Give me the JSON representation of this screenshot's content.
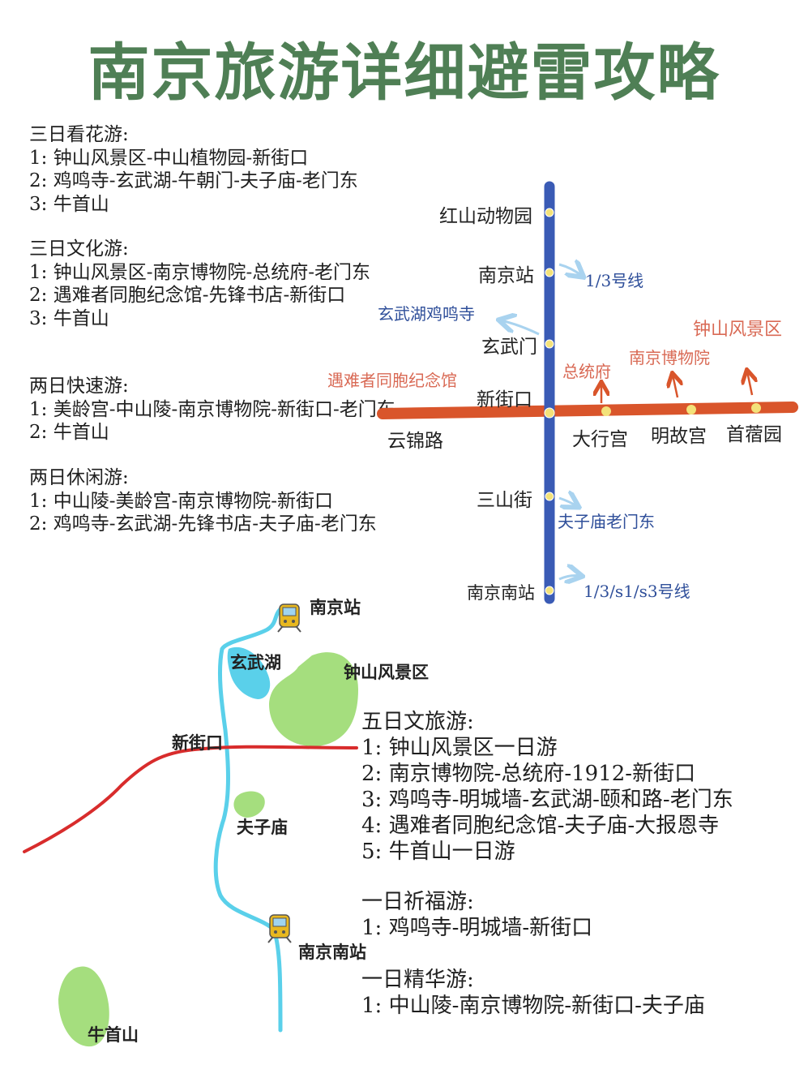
{
  "title": "南京旅游详细避雷攻略",
  "itineraries": [
    {
      "heading": "三日看花游:",
      "lines": [
        "1: 钟山风景区-中山植物园-新街口",
        "2: 鸡鸣寺-玄武湖-午朝门-夫子庙-老门东",
        "3: 牛首山"
      ]
    },
    {
      "heading": "三日文化游:",
      "lines": [
        "1: 钟山风景区-南京博物院-总统府-老门东",
        "2: 遇难者同胞纪念馆-先锋书店-新街口",
        "3: 牛首山"
      ]
    },
    {
      "heading": "两日快速游:",
      "lines": [
        "1: 美龄宫-中山陵-南京博物院-新街口-老门东",
        "2: 牛首山"
      ]
    },
    {
      "heading": "两日休闲游:",
      "lines": [
        "1: 中山陵-美龄宫-南京博物院-新街口",
        "2: 鸡鸣寺-玄武湖-先锋书店-夫子庙-老门东"
      ]
    }
  ],
  "itineraries2": [
    {
      "heading": "五日文旅游:",
      "lines": [
        "1: 钟山风景区一日游",
        "2: 南京博物院-总统府-1912-新街口",
        "3: 鸡鸣寺-明城墙-玄武湖-颐和路-老门东",
        "4: 遇难者同胞纪念馆-夫子庙-大报恩寺",
        "5: 牛首山一日游"
      ]
    },
    {
      "heading": "一日祈福游:",
      "lines": [
        "1: 鸡鸣寺-明城墙-新街口"
      ]
    },
    {
      "heading": "一日精华游:",
      "lines": [
        "1: 中山陵-南京博物院-新街口-夫子庙"
      ]
    }
  ],
  "metro": {
    "vertical_stations": [
      "红山动物园",
      "南京站",
      "玄武门",
      "新街口",
      "三山街",
      "南京南站"
    ],
    "horizontal_stations": [
      "云锦路",
      "大行宫",
      "明故宫",
      "首蓿园"
    ],
    "transfer_notes": [
      "1/3号线",
      "1/3/s1/s3号线"
    ],
    "nearby_blue": [
      "玄武湖鸡鸣寺",
      "夫子庙老门东"
    ],
    "nearby_red": [
      "遇难者同胞纪念馆",
      "总统府",
      "南京博物院",
      "钟山风景区"
    ],
    "colors": {
      "line_vertical": "#3a5bb5",
      "line_horizontal": "#d9552b",
      "station": "#f3e27a",
      "arrow": "#a9d3ef"
    }
  },
  "city_map": {
    "labels": {
      "station_north": "南京站",
      "lake": "玄武湖",
      "scenic": "钟山风景区",
      "center": "新街口",
      "temple": "夫子庙",
      "station_south": "南京南站",
      "mountain": "牛首山"
    },
    "colors": {
      "river": "#5ad0ea",
      "green": "#a5de7e",
      "road": "#d82c2c"
    }
  }
}
